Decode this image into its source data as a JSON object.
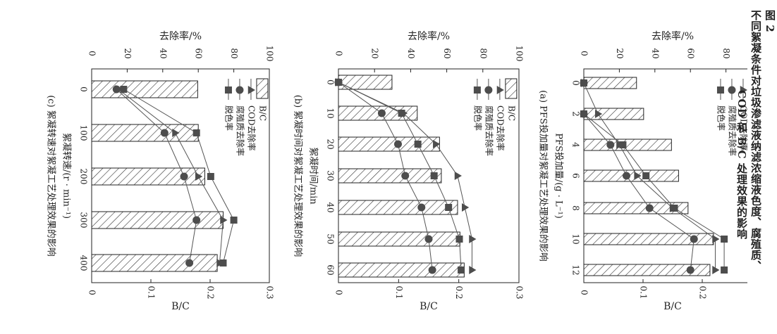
{
  "figure": {
    "label": "图 2",
    "title_line1": "不同絮凝条件对垃圾渗滤液纳滤浓缩液色度、腐殖质、",
    "title_line2": "COD 和 B/C 处理效果的影响"
  },
  "chart_data": [
    {
      "type": "bar",
      "caption": "(a) PFS投加量对絮凝工艺处理效果的影响",
      "xlabel": "PFS投加量/(g · L⁻¹)",
      "ylabel_left": "B/C",
      "ylabel_right": "去除率/%",
      "categories": [
        "0",
        "2",
        "4",
        "6",
        "8",
        "10",
        "12"
      ],
      "ylim_bc": [
        0,
        0.3
      ],
      "ylim_pct": [
        0,
        100
      ],
      "ticks_bc": [
        "0",
        "0.1",
        "0.2",
        "0.3"
      ],
      "ticks_pct": [
        "0",
        "20",
        "40",
        "60",
        "80",
        "100"
      ],
      "legend": [
        "脱色率",
        "腐殖质去除率",
        "COD去除率",
        "B/C"
      ],
      "series": [
        {
          "name": "B/C",
          "kind": "bar",
          "values": [
            0.089,
            0.101,
            0.148,
            0.16,
            0.176,
            0.219,
            0.213
          ]
        },
        {
          "name": "脱色率",
          "kind": "square",
          "values": [
            0,
            0,
            22,
            35,
            51,
            79,
            79
          ]
        },
        {
          "name": "腐殖质去除率",
          "kind": "circle",
          "values": [
            0,
            0,
            15,
            24,
            37,
            62,
            60
          ]
        },
        {
          "name": "COD去除率",
          "kind": "triangle",
          "values": [
            0,
            8,
            20,
            30,
            50,
            74,
            74
          ]
        }
      ]
    },
    {
      "type": "bar",
      "caption": "(b) 絮凝时间对絮凝工艺处理效果的影响",
      "xlabel": "絮凝时间/min",
      "ylabel_left": "B/C",
      "ylabel_right": "去除率/%",
      "categories": [
        "0",
        "10",
        "20",
        "30",
        "40",
        "50",
        "60"
      ],
      "ylim_bc": [
        0,
        0.3
      ],
      "ylim_pct": [
        0,
        100
      ],
      "ticks_bc": [
        "0",
        "0.1",
        "0.2",
        "0.3"
      ],
      "ticks_pct": [
        "0",
        "20",
        "40",
        "60",
        "80",
        "100"
      ],
      "legend": [
        "脱色率",
        "腐殖质去除率",
        "COD去除率",
        "B/C"
      ],
      "series": [
        {
          "name": "B/C",
          "kind": "bar",
          "values": [
            0.089,
            0.131,
            0.168,
            0.171,
            0.198,
            0.202,
            0.209
          ]
        },
        {
          "name": "脱色率",
          "kind": "square",
          "values": [
            0,
            35,
            44,
            53,
            61,
            67,
            68
          ]
        },
        {
          "name": "腐殖质去除率",
          "kind": "circle",
          "values": [
            0,
            24,
            33,
            37,
            46,
            50,
            52
          ]
        },
        {
          "name": "COD去除率",
          "kind": "triangle",
          "values": [
            0,
            36,
            54,
            66,
            70,
            74,
            74
          ]
        }
      ]
    },
    {
      "type": "bar",
      "caption": "(c) 絮凝转速对絮凝工艺处理效果的影响",
      "xlabel": "絮凝转速/(r · min⁻¹)",
      "ylabel_left": "B/C",
      "ylabel_right": "去除率/%",
      "categories": [
        "0",
        "100",
        "200",
        "300",
        "400"
      ],
      "ylim_bc": [
        0,
        0.3
      ],
      "ylim_pct": [
        0,
        100
      ],
      "ticks_bc": [
        "0",
        "0.1",
        "0.2",
        "0.3"
      ],
      "ticks_pct": [
        "0",
        "20",
        "40",
        "60",
        "80",
        "100"
      ],
      "legend": [
        "脱色率",
        "腐殖质去除率",
        "COD去除率",
        "B/C"
      ],
      "series": [
        {
          "name": "B/C",
          "kind": "bar",
          "values": [
            0.179,
            0.18,
            0.191,
            0.222,
            0.212
          ]
        },
        {
          "name": "脱色率",
          "kind": "square",
          "values": [
            18,
            59,
            67,
            80,
            74
          ]
        },
        {
          "name": "腐殖质去除率",
          "kind": "circle",
          "values": [
            14,
            41,
            52,
            59,
            55
          ]
        },
        {
          "name": "COD去除率",
          "kind": "triangle",
          "values": [
            15,
            47,
            60,
            74,
            72
          ]
        }
      ]
    }
  ]
}
